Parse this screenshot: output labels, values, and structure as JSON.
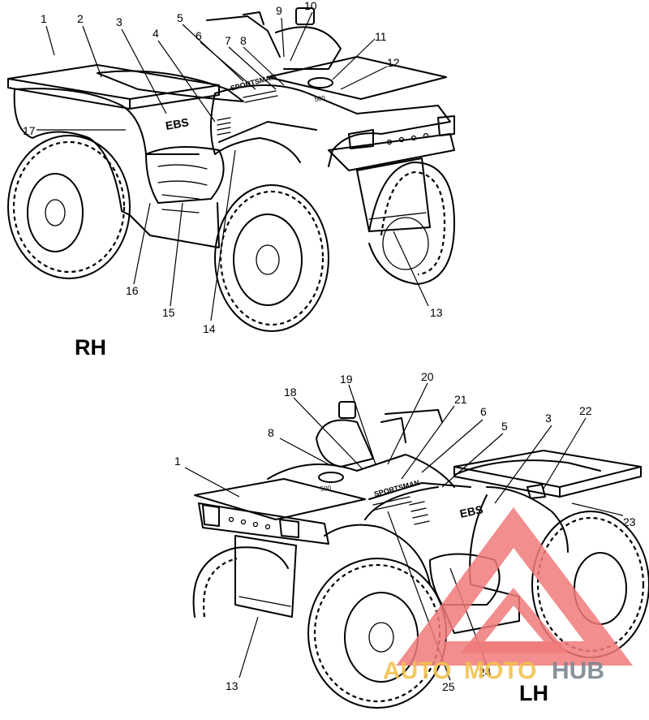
{
  "view_labels": {
    "right": "RH",
    "left": "LH"
  },
  "callouts_rh": [
    "1",
    "2",
    "3",
    "4",
    "5",
    "6",
    "7",
    "8",
    "9",
    "10",
    "11",
    "12",
    "13",
    "14",
    "15",
    "16",
    "17"
  ],
  "callouts_lh": [
    "1",
    "3",
    "5",
    "6",
    "8",
    "13",
    "18",
    "19",
    "20",
    "21",
    "22",
    "23",
    "24",
    "25"
  ],
  "decals": {
    "ebs": "EBS",
    "model": "SPORTSMAN",
    "engine_badge": "500"
  },
  "watermark": {
    "auto": "AUTO",
    "moto": "MOTO",
    "hub": "HUB",
    "colors": {
      "triangle": "#f07a7a",
      "auto": "#f3c24f",
      "moto": "#f3c24f",
      "hub": "#7d8791"
    }
  }
}
